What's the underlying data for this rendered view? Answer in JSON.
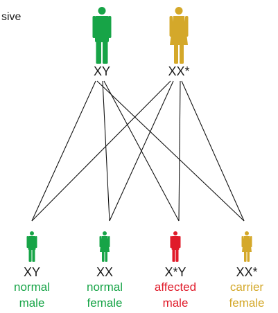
{
  "corner_text": "sive",
  "colors": {
    "green": "#17a447",
    "gold": "#d4a82a",
    "red": "#e01b2a",
    "line": "#111111"
  },
  "parents": [
    {
      "genotype": "XY",
      "icon": "male-figure-icon",
      "color": "#17a447"
    },
    {
      "genotype": "XX*",
      "icon": "female-figure-icon",
      "color": "#d4a82a"
    }
  ],
  "offspring": [
    {
      "genotype": "XY",
      "line1": "normal",
      "line2": "male",
      "icon": "male-figure-icon",
      "color": "#17a447"
    },
    {
      "genotype": "XX",
      "line1": "normal",
      "line2": "female",
      "icon": "female-figure-icon",
      "color": "#17a447"
    },
    {
      "genotype": "X*Y",
      "line1": "affected",
      "line2": "male",
      "icon": "male-figure-icon",
      "color": "#e01b2a"
    },
    {
      "genotype": "XX*",
      "line1": "carrier",
      "line2": "female",
      "icon": "female-figure-icon",
      "color": "#d4a82a"
    }
  ]
}
